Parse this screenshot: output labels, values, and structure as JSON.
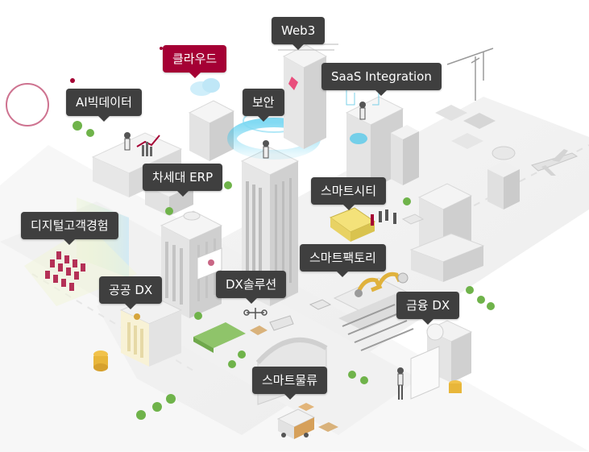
{
  "accent_color": "#a50034",
  "label_color": "#3f3f3f",
  "labels": {
    "web3": "Web3",
    "cloud": "클라우드",
    "saas": "SaaS Integration",
    "ai_bigdata": "AI빅데이터",
    "security": "보안",
    "next_erp": "차세대 ERP",
    "smart_city": "스마트시티",
    "digital_cx": "디지털고객경험",
    "smart_factory": "스마트팩토리",
    "public_dx": "공공 DX",
    "dx_solution": "DX솔루션",
    "finance_dx": "금융 DX",
    "smart_logistics": "스마트물류"
  },
  "icons": [
    "cloud-icon",
    "crane-icon",
    "airplane-icon",
    "bus-icon",
    "truck-icon",
    "robot-arm-icon",
    "bank-icon",
    "coins-icon",
    "drone-icon",
    "shield-icon",
    "person-icon",
    "tree-icon",
    "chart-icon",
    "car-icon"
  ]
}
